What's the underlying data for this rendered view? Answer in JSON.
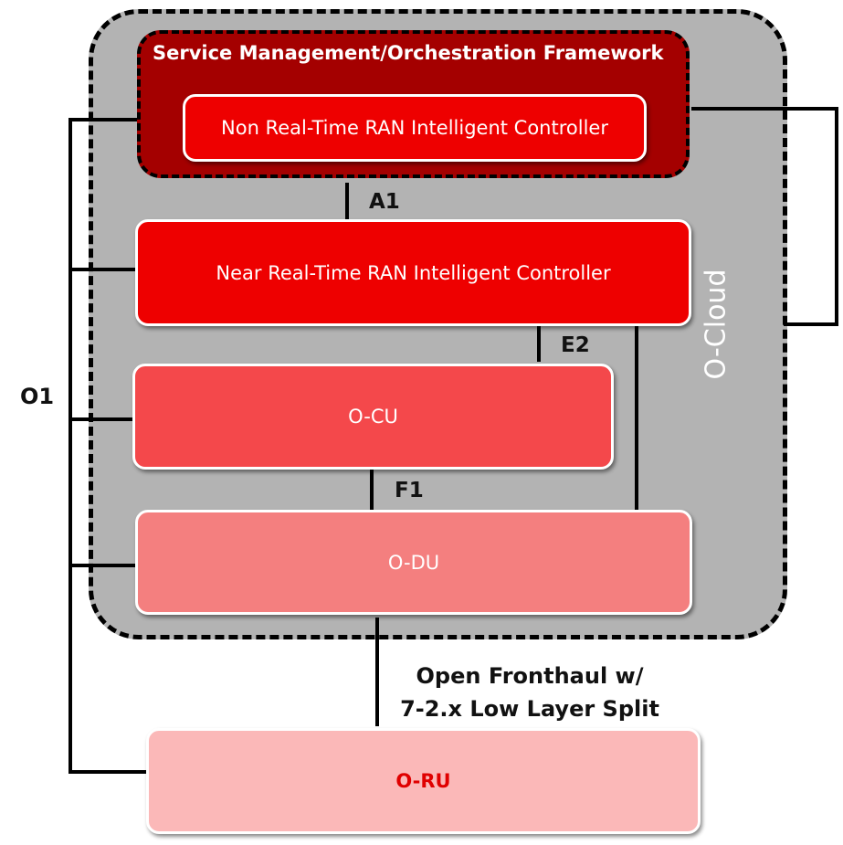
{
  "frameworks": {
    "smo_title": "Service Management/Orchestration Framework",
    "cloud_label": "O-Cloud"
  },
  "components": {
    "non_rt_ric": "Non Real-Time RAN Intelligent Controller",
    "near_rt_ric": "Near Real-Time RAN Intelligent Controller",
    "o_cu": "O-CU",
    "o_du": "O-DU",
    "o_ru": "O-RU"
  },
  "interfaces": {
    "a1": "A1",
    "e2": "E2",
    "f1": "F1",
    "o1": "O1",
    "fronthaul_line1": "Open Fronthaul w/",
    "fronthaul_line2": "7-2.x Low Layer Split"
  },
  "colors": {
    "cloud_fill": "#b3b3b3",
    "smo_fill": "#a40000",
    "near_rt_ric_fill": "#ee0000",
    "o_cu_fill": "#f4484b",
    "o_du_fill": "#f47f7f",
    "o_ru_fill": "#fbb8b8",
    "o_ru_text": "#e00000",
    "line": "#000000"
  }
}
